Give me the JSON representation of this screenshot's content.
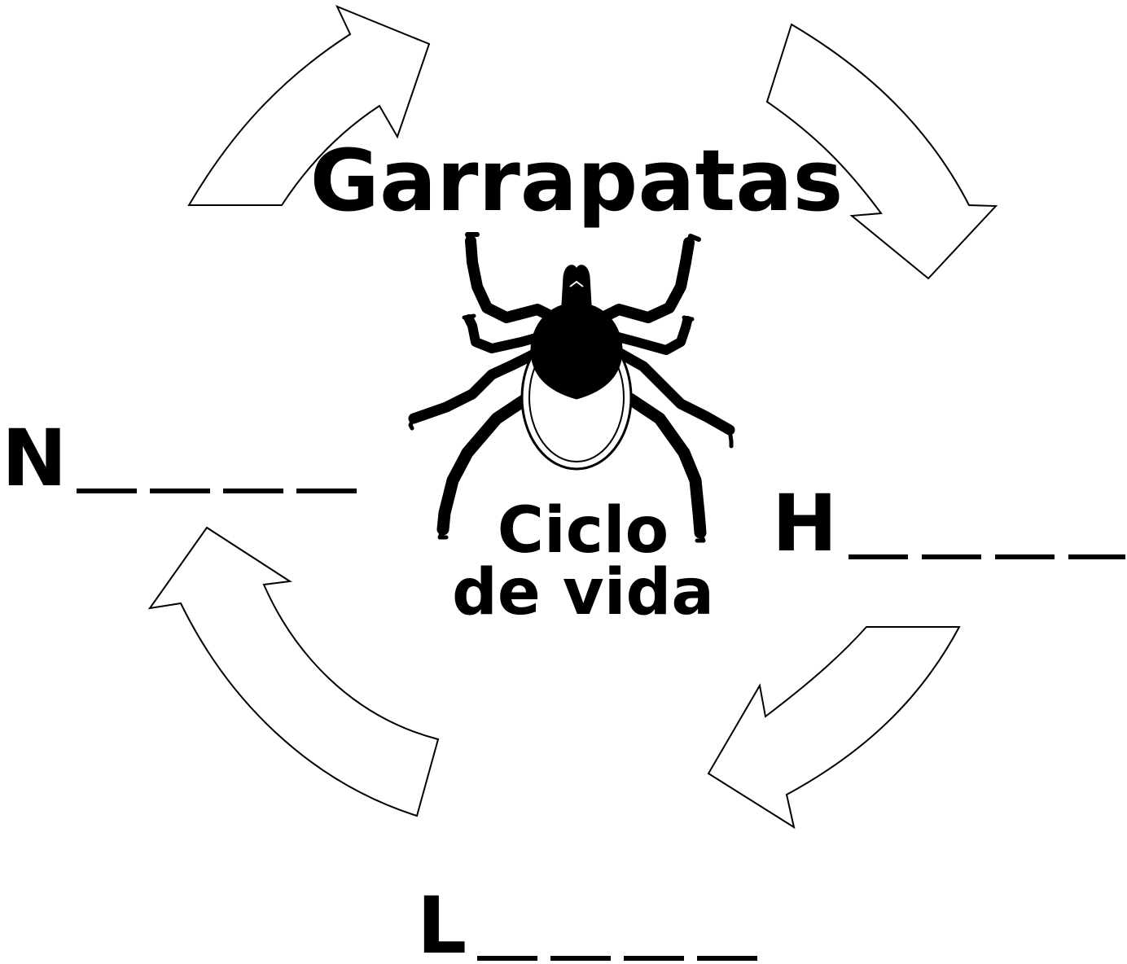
{
  "title": "Garrapatas",
  "subtitle_line1": "Ciclo",
  "subtitle_line2": "de vida",
  "stages": [
    {
      "letter": "H",
      "blanks": 4
    },
    {
      "letter": "L",
      "blanks": 4
    },
    {
      "letter": "N",
      "blanks": 4
    }
  ],
  "colors": {
    "ink": "#000000",
    "background": "#ffffff"
  },
  "icons": {
    "center": "tick-icon",
    "arrows": "cycle-arrow-icon"
  }
}
